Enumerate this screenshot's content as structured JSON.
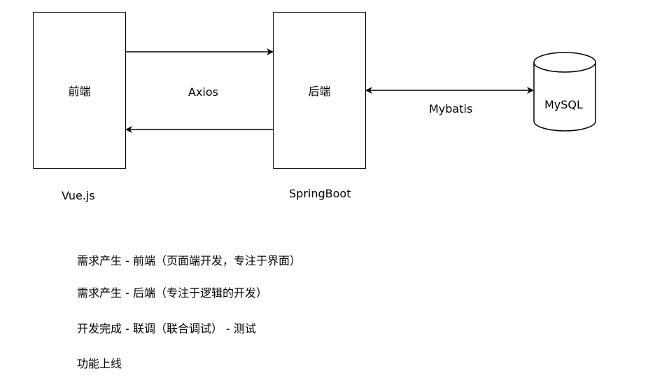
{
  "nodes": {
    "frontend": {
      "label": "前端",
      "caption": "Vue.js"
    },
    "backend": {
      "label": "后端",
      "caption": "SpringBoot"
    },
    "database": {
      "label": "MySQL"
    }
  },
  "edges": {
    "front_back": {
      "label": "Axios"
    },
    "back_db": {
      "label": "Mybatis"
    }
  },
  "notes": [
    "需求产生 - 前端（页面端开发，专注于界面）",
    "需求产生 - 后端（专注于逻辑的开发）",
    "开发完成 - 联调（联合调试） - 测试",
    "功能上线"
  ]
}
